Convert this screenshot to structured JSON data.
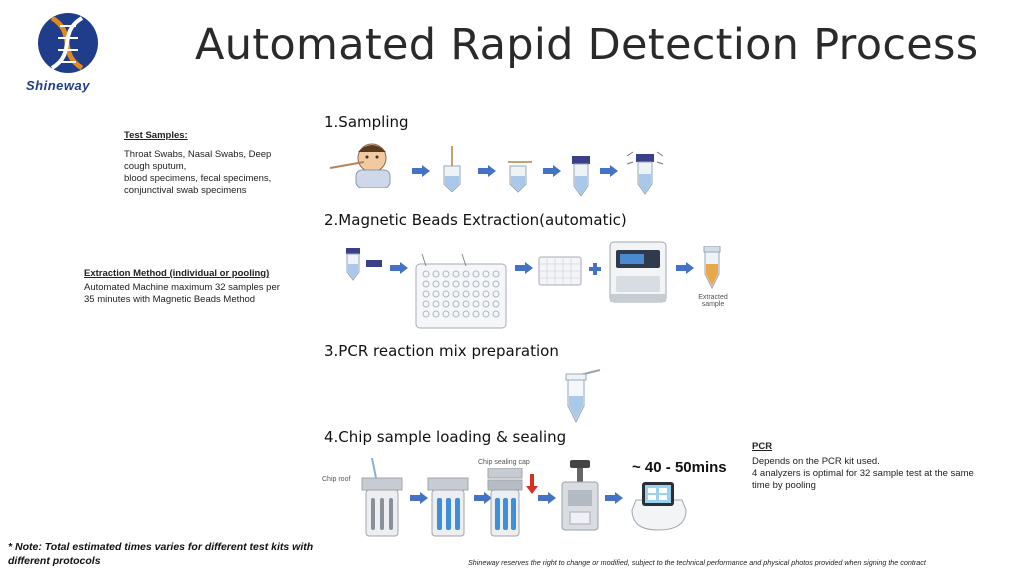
{
  "brand": {
    "name": "Shineway"
  },
  "title": "Automated Rapid Detection Process",
  "steps": [
    {
      "label": "1.Sampling"
    },
    {
      "label": "2.Magnetic Beads Extraction(automatic)"
    },
    {
      "label": "3.PCR reaction mix preparation"
    },
    {
      "label": "4.Chip sample loading & sealing"
    }
  ],
  "test_samples": {
    "heading": "Test Samples:",
    "lines": [
      "Throat Swabs, Nasal Swabs, Deep",
      "cough sputum,",
      "blood specimens, fecal specimens,",
      "conjunctival swab specimens"
    ]
  },
  "extraction": {
    "heading": "Extraction Method (individual or pooling)",
    "lines": [
      "Automated Machine maximum 32 samples per",
      "35 minutes with Magnetic Beads Method"
    ]
  },
  "extracted_label": {
    "line1": "Extracted",
    "line2": "sample"
  },
  "chip_labels": {
    "roof": "Chip roof",
    "cap": "Chip sealing cap"
  },
  "pcr": {
    "heading": "PCR",
    "lines": [
      "Depends on the PCR kit used.",
      "4 analyzers is optimal for 32 sample test at the same",
      "time by pooling"
    ],
    "time": "~ 40 - 50mins"
  },
  "note": "* Note: Total estimated times varies for different test kits with different protocols",
  "disclaimer": "Shineway reserves the right to change or modified, subject to the technical performance and physical photos provided when signing the contract",
  "colors": {
    "arrow": "#4472c4",
    "liquid": "#a9c8ea",
    "brand_blue": "#1f3d8a",
    "brand_orange": "#e08a1e",
    "red_arrow": "#d93025"
  }
}
